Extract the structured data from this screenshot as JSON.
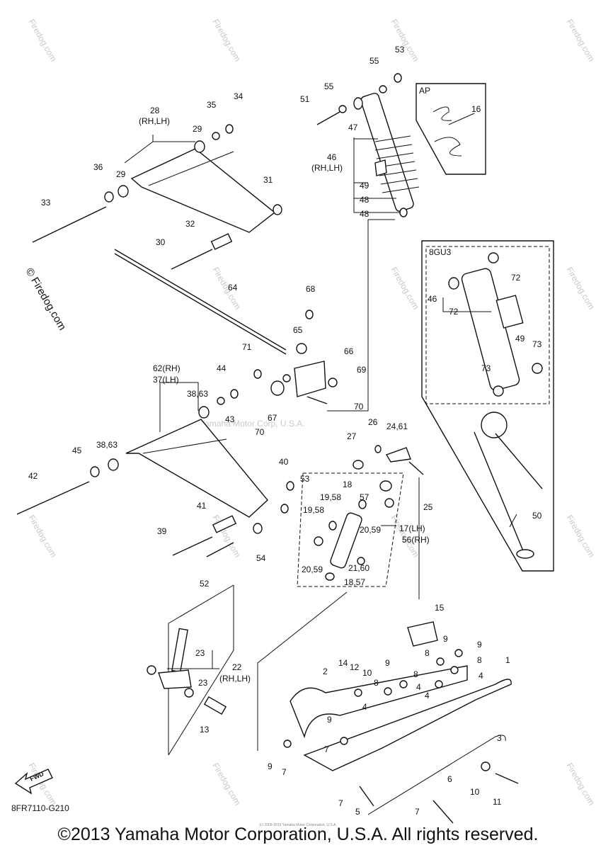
{
  "drawing_code": "8FR7110-G210",
  "copyright": "©2013 Yamaha Motor Corporation, U.S.A. All rights reserved.",
  "tiny_credit": "(c) 2009-2015 Yamaha Motor Corporation, U.S.A.",
  "watermark_center": "Yamaha Motor Corp, U.S.A.",
  "watermark_side": "© Firedog.com",
  "watermark_small": "Firedog.com",
  "fwd_label": "FWD",
  "box_labels": {
    "ap": "AP",
    "gu3": "8GU3"
  },
  "callouts": [
    {
      "id": "53a",
      "text": "53"
    },
    {
      "id": "55a",
      "text": "55"
    },
    {
      "id": "55b",
      "text": "55"
    },
    {
      "id": "51",
      "text": "51"
    },
    {
      "id": "47",
      "text": "47"
    },
    {
      "id": "16",
      "text": "16"
    },
    {
      "id": "46",
      "text": "46"
    },
    {
      "id": "46rhlh",
      "text": "(RH,LH)"
    },
    {
      "id": "49a",
      "text": "49"
    },
    {
      "id": "48a",
      "text": "48"
    },
    {
      "id": "48b",
      "text": "48"
    },
    {
      "id": "28",
      "text": "28"
    },
    {
      "id": "28rhlh",
      "text": "(RH,LH)"
    },
    {
      "id": "35",
      "text": "35"
    },
    {
      "id": "34",
      "text": "34"
    },
    {
      "id": "29a",
      "text": "29"
    },
    {
      "id": "29b",
      "text": "29"
    },
    {
      "id": "36",
      "text": "36"
    },
    {
      "id": "31",
      "text": "31"
    },
    {
      "id": "33",
      "text": "33"
    },
    {
      "id": "32",
      "text": "32"
    },
    {
      "id": "30",
      "text": "30"
    },
    {
      "id": "64",
      "text": "64"
    },
    {
      "id": "68",
      "text": "68"
    },
    {
      "id": "65",
      "text": "65"
    },
    {
      "id": "66",
      "text": "66"
    },
    {
      "id": "69",
      "text": "69"
    },
    {
      "id": "71",
      "text": "71"
    },
    {
      "id": "67",
      "text": "67"
    },
    {
      "id": "70a",
      "text": "70"
    },
    {
      "id": "70b",
      "text": "70"
    },
    {
      "id": "62",
      "text": "62(RH)"
    },
    {
      "id": "37",
      "text": "37(LH)"
    },
    {
      "id": "44",
      "text": "44"
    },
    {
      "id": "3863a",
      "text": "38,63"
    },
    {
      "id": "43",
      "text": "43"
    },
    {
      "id": "3863b",
      "text": "38,63"
    },
    {
      "id": "45",
      "text": "45"
    },
    {
      "id": "42",
      "text": "42"
    },
    {
      "id": "40",
      "text": "40"
    },
    {
      "id": "53b",
      "text": "53"
    },
    {
      "id": "41",
      "text": "41"
    },
    {
      "id": "39",
      "text": "39"
    },
    {
      "id": "54",
      "text": "54"
    },
    {
      "id": "52",
      "text": "52"
    },
    {
      "id": "26",
      "text": "26"
    },
    {
      "id": "2461",
      "text": "24,61"
    },
    {
      "id": "27",
      "text": "27"
    },
    {
      "id": "25",
      "text": "25"
    },
    {
      "id": "18a",
      "text": "18"
    },
    {
      "id": "1958a",
      "text": "19,58"
    },
    {
      "id": "57",
      "text": "57"
    },
    {
      "id": "1958b",
      "text": "19,58"
    },
    {
      "id": "2059a",
      "text": "20,59"
    },
    {
      "id": "17",
      "text": "17(LH)"
    },
    {
      "id": "56",
      "text": "56(RH)"
    },
    {
      "id": "2160",
      "text": "21,60"
    },
    {
      "id": "2059b",
      "text": "20,59"
    },
    {
      "id": "1857",
      "text": "18,57"
    },
    {
      "id": "72a",
      "text": "72"
    },
    {
      "id": "46b",
      "text": "46"
    },
    {
      "id": "72b",
      "text": "72"
    },
    {
      "id": "49b",
      "text": "49"
    },
    {
      "id": "73a",
      "text": "73"
    },
    {
      "id": "73b",
      "text": "73"
    },
    {
      "id": "50",
      "text": "50"
    },
    {
      "id": "15",
      "text": "15"
    },
    {
      "id": "23a",
      "text": "23"
    },
    {
      "id": "22",
      "text": "22"
    },
    {
      "id": "22rhlh",
      "text": "(RH,LH)"
    },
    {
      "id": "23b",
      "text": "23"
    },
    {
      "id": "13",
      "text": "13"
    },
    {
      "id": "9a",
      "text": "9"
    },
    {
      "id": "9b",
      "text": "9"
    },
    {
      "id": "8a",
      "text": "8"
    },
    {
      "id": "8b",
      "text": "8"
    },
    {
      "id": "4a",
      "text": "4"
    },
    {
      "id": "1",
      "text": "1"
    },
    {
      "id": "14",
      "text": "14"
    },
    {
      "id": "12",
      "text": "12"
    },
    {
      "id": "10a",
      "text": "10"
    },
    {
      "id": "9c",
      "text": "9"
    },
    {
      "id": "8c",
      "text": "8"
    },
    {
      "id": "8d",
      "text": "8"
    },
    {
      "id": "2",
      "text": "2"
    },
    {
      "id": "4b",
      "text": "4"
    },
    {
      "id": "4c",
      "text": "4"
    },
    {
      "id": "4d",
      "text": "4"
    },
    {
      "id": "9d",
      "text": "9"
    },
    {
      "id": "7a",
      "text": "7"
    },
    {
      "id": "3",
      "text": "3"
    },
    {
      "id": "9e",
      "text": "9"
    },
    {
      "id": "7b",
      "text": "7"
    },
    {
      "id": "6",
      "text": "6"
    },
    {
      "id": "10b",
      "text": "10"
    },
    {
      "id": "11",
      "text": "11"
    },
    {
      "id": "7c",
      "text": "7"
    },
    {
      "id": "5",
      "text": "5"
    },
    {
      "id": "7d",
      "text": "7"
    }
  ]
}
